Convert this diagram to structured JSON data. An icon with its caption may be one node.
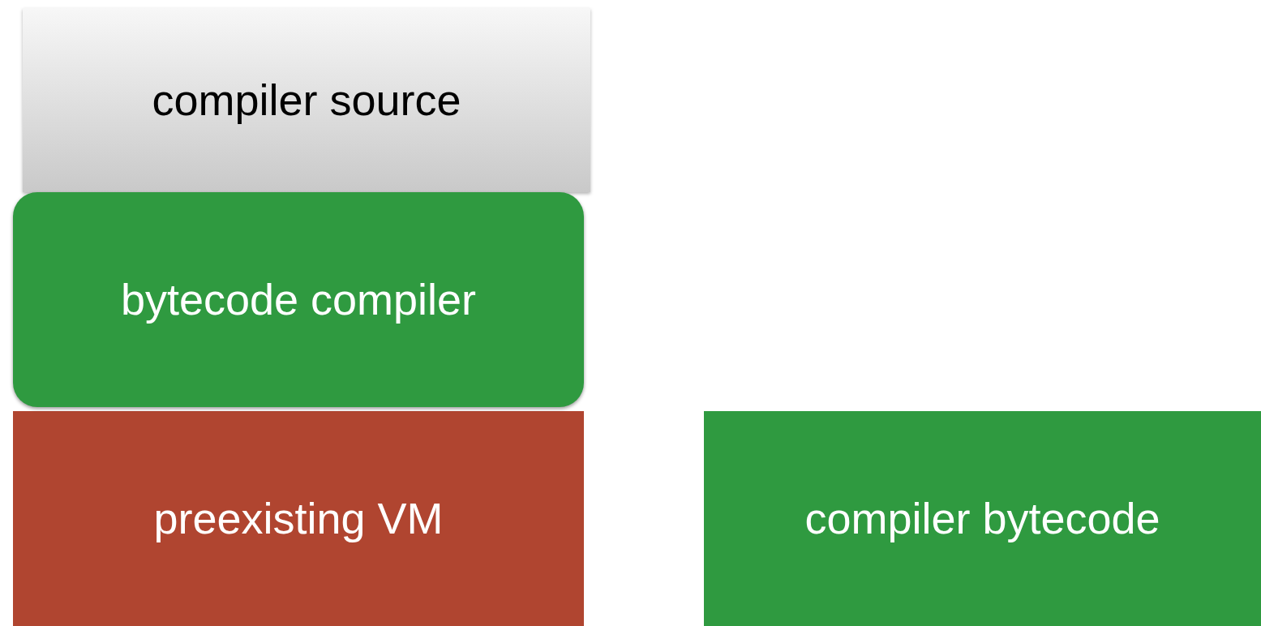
{
  "diagram": {
    "nodes": [
      {
        "text": [
          "compiler source"
        ]
      },
      {
        "text": [
          "bytecode compiler"
        ]
      },
      {
        "text": [
          "preexisting VM"
        ]
      },
      {
        "text": [
          "compiler bytecode"
        ]
      }
    ]
  }
}
